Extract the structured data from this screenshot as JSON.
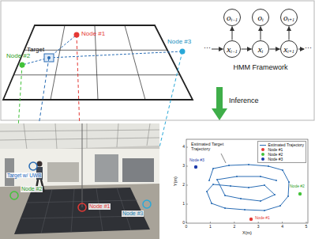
{
  "diagram": {
    "nodes": [
      {
        "text": [
          "o",
          "t−1"
        ]
      },
      {
        "text": [
          "o",
          "t"
        ]
      },
      {
        "text": [
          "o",
          "t+1"
        ]
      },
      {
        "text": [
          "x",
          "t−1"
        ]
      },
      {
        "text": [
          "x",
          "t"
        ]
      },
      {
        "text": [
          "x",
          "t+1"
        ]
      }
    ],
    "edges": [
      {
        "from": 3,
        "to": 4,
        "arrow": "to"
      },
      {
        "from": 4,
        "to": 5,
        "arrow": "to"
      },
      {
        "from": 3,
        "to": 0,
        "arrow": "to"
      },
      {
        "from": 4,
        "to": 1,
        "arrow": "to"
      },
      {
        "from": 5,
        "to": 2,
        "arrow": "to"
      }
    ],
    "labels": [
      "Target",
      "Node #1",
      "Node #2",
      "Node #3",
      "HMM Framework",
      "···",
      "···",
      "Inference",
      "Target w/ UWB",
      "Node #2",
      "Node #1",
      "Node #3",
      "Estimated Target Trajectory",
      "Node #3",
      "Node #2",
      "Node #1",
      "X(m)",
      "Y(m)",
      "0",
      "1",
      "2",
      "3",
      "4",
      "5",
      "0",
      "1",
      "2",
      "3",
      "4"
    ],
    "legend": [
      {
        "text": "Estimated Trajectory"
      },
      {
        "text": "Node #1",
        "color": "#e53935"
      },
      {
        "text": "Node #2",
        "color": "#43c23a"
      },
      {
        "text": "Node #3",
        "color": "#1c3aa9"
      }
    ]
  }
}
